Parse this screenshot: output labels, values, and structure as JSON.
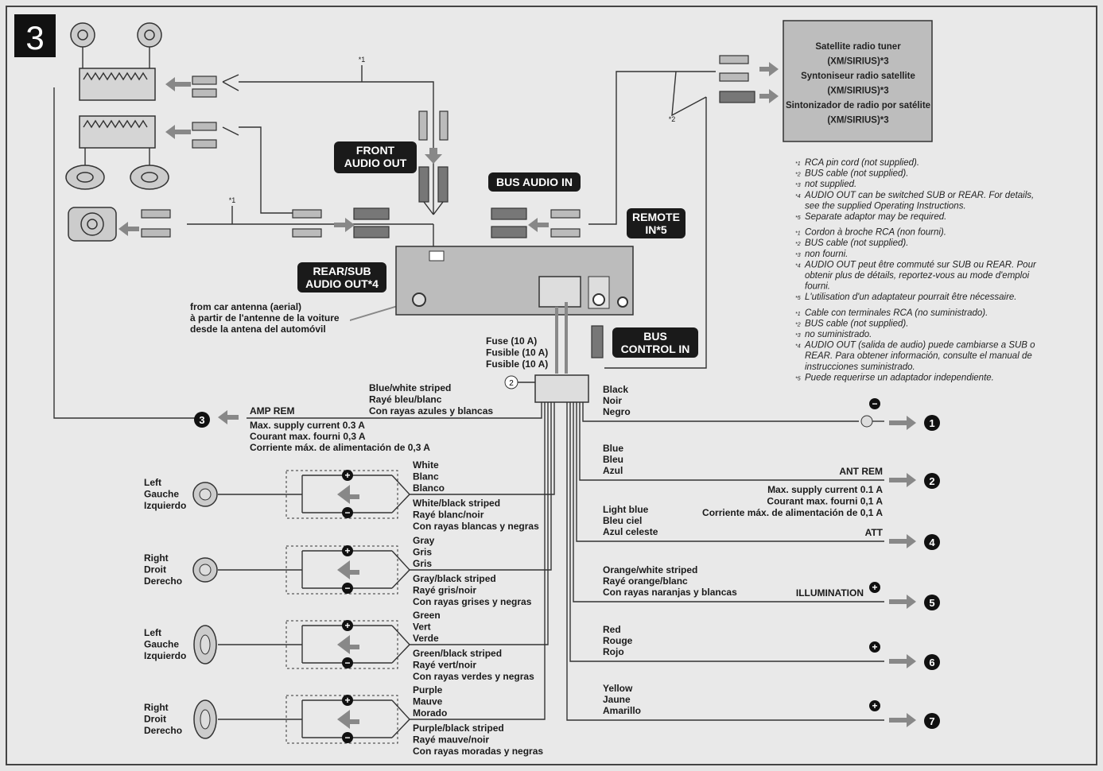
{
  "badge": "3",
  "satellite": [
    "Satellite radio tuner",
    "(XM/SIRIUS)*3",
    "Syntoniseur radio satellite",
    "(XM/SIRIUS)*3",
    "Sintonizador de radio por satélite",
    "(XM/SIRIUS)*3"
  ],
  "labels": {
    "front_audio_out": [
      "FRONT",
      "AUDIO OUT"
    ],
    "bus_audio_in": [
      "BUS AUDIO IN"
    ],
    "remote_in": [
      "REMOTE",
      "IN*5"
    ],
    "rear_sub_audio_out": [
      "REAR/SUB",
      "AUDIO OUT*4"
    ],
    "bus_control_in": [
      "BUS",
      "CONTROL IN"
    ]
  },
  "cable_marks": [
    "*1",
    "*1",
    "*2"
  ],
  "antenna": [
    "from car antenna (aerial)",
    "à partir de l'antenne de la voiture",
    "desde la antena del automóvil"
  ],
  "fuse": [
    "Fuse (10 A)",
    "Fusible (10 A)",
    "Fusible (10 A)"
  ],
  "connector_number": "2",
  "notes": [
    {
      "mark": "*1",
      "text": "RCA pin cord (not supplied)."
    },
    {
      "mark": "*2",
      "text": "BUS cable (not supplied)."
    },
    {
      "mark": "*3",
      "text": "not supplied."
    },
    {
      "mark": "*4",
      "text": "AUDIO OUT can be switched SUB or REAR. For details,"
    },
    {
      "mark": "",
      "text": "see the supplied Operating Instructions."
    },
    {
      "mark": "*5",
      "text": "Separate adaptor may be required."
    },
    {
      "mark": "*1",
      "text": "Cordon à broche RCA (non fourni)."
    },
    {
      "mark": "*2",
      "text": "BUS cable (not supplied)."
    },
    {
      "mark": "*3",
      "text": "non fourni."
    },
    {
      "mark": "*4",
      "text": "AUDIO OUT peut être commuté sur SUB ou REAR. Pour"
    },
    {
      "mark": "",
      "text": "obtenir plus de détails, reportez-vous au mode d'emploi"
    },
    {
      "mark": "",
      "text": "fourni."
    },
    {
      "mark": "*5",
      "text": "L'utilisation d'un adaptateur pourrait être nécessaire."
    },
    {
      "mark": "*1",
      "text": "Cable con terminales RCA (no suministrado)."
    },
    {
      "mark": "*2",
      "text": "BUS cable (not supplied)."
    },
    {
      "mark": "*3",
      "text": "no suministrado."
    },
    {
      "mark": "*4",
      "text": "AUDIO OUT (salida de audio) puede cambiarse a SUB o"
    },
    {
      "mark": "",
      "text": "REAR. Para obtener información, consulte el manual de"
    },
    {
      "mark": "",
      "text": "instrucciones suministrado."
    },
    {
      "mark": "*5",
      "text": "Puede requerirse un adaptador independiente."
    }
  ],
  "amp_rem": {
    "label": "AMP REM",
    "terminal": "3",
    "color": [
      "Blue/white striped",
      "Rayé bleu/blanc",
      "Con rayas azules y blancas"
    ],
    "supply": [
      "Max. supply current 0.3 A",
      "Courant max. fourni 0,3 A",
      "Corriente máx. de alimentación de 0,3 A"
    ]
  },
  "right_wires": [
    {
      "color": [
        "Black",
        "Noir",
        "Negro"
      ],
      "function": "",
      "terminal": "1",
      "polarity": "minus",
      "supply": []
    },
    {
      "color": [
        "Blue",
        "Bleu",
        "Azul"
      ],
      "function": "ANT REM",
      "terminal": "2",
      "polarity": "",
      "supply": [
        "Max. supply current 0.1 A",
        "Courant max. fourni 0,1 A",
        "Corriente máx. de alimentación de 0,1 A"
      ]
    },
    {
      "color": [
        "Light blue",
        "Bleu ciel",
        "Azul celeste"
      ],
      "function": "ATT",
      "terminal": "4",
      "polarity": "",
      "supply": []
    },
    {
      "color": [
        "Orange/white striped",
        "Rayé orange/blanc",
        "Con rayas naranjas y blancas"
      ],
      "function": "ILLUMINATION",
      "terminal": "5",
      "polarity": "plus",
      "supply": []
    },
    {
      "color": [
        "Red",
        "Rouge",
        "Rojo"
      ],
      "function": "",
      "terminal": "6",
      "polarity": "plus",
      "supply": []
    },
    {
      "color": [
        "Yellow",
        "Jaune",
        "Amarillo"
      ],
      "function": "",
      "terminal": "7",
      "polarity": "plus",
      "supply": []
    }
  ],
  "speakers": [
    {
      "position": [
        "Left",
        "Gauche",
        "Izquierdo"
      ],
      "plus": [
        "White",
        "Blanc",
        "Blanco"
      ],
      "minus": [
        "White/black striped",
        "Rayé blanc/noir",
        "Con rayas blancas y negras"
      ]
    },
    {
      "position": [
        "Right",
        "Droit",
        "Derecho"
      ],
      "plus": [
        "Gray",
        "Gris",
        "Gris"
      ],
      "minus": [
        "Gray/black striped",
        "Rayé gris/noir",
        "Con rayas grises y negras"
      ]
    },
    {
      "position": [
        "Left",
        "Gauche",
        "Izquierdo"
      ],
      "plus": [
        "Green",
        "Vert",
        "Verde"
      ],
      "minus": [
        "Green/black striped",
        "Rayé vert/noir",
        "Con rayas verdes y negras"
      ]
    },
    {
      "position": [
        "Right",
        "Droit",
        "Derecho"
      ],
      "plus": [
        "Purple",
        "Mauve",
        "Morado"
      ],
      "minus": [
        "Purple/black striped",
        "Rayé mauve/noir",
        "Con rayas moradas y negras"
      ]
    }
  ],
  "polarity_symbols": {
    "plus": "+",
    "minus": "−"
  }
}
